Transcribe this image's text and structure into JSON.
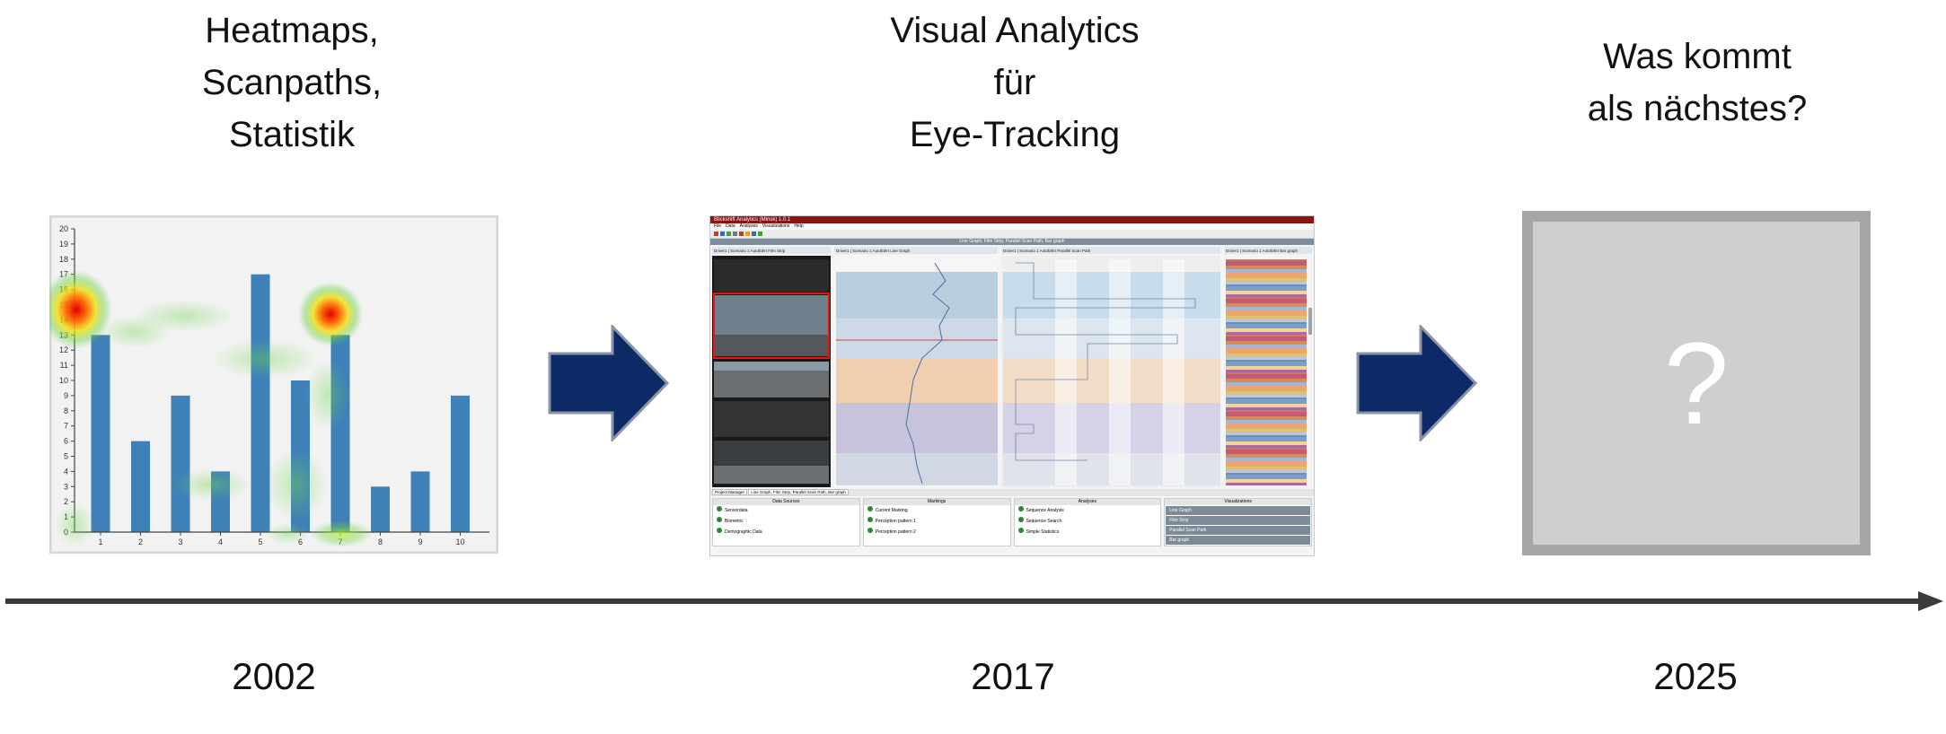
{
  "stages": [
    {
      "title_lines": [
        "Heatmaps,",
        "Scanpaths,",
        "Statistik"
      ],
      "year": "2002"
    },
    {
      "title_lines": [
        "Visual Analytics",
        "für",
        "Eye-Tracking"
      ],
      "year": "2017"
    },
    {
      "title_lines": [
        "Was kommt",
        "als nächstes?"
      ],
      "year": "2025",
      "placeholder_symbol": "?"
    }
  ],
  "chart_data": {
    "type": "bar",
    "categories": [
      "1",
      "2",
      "3",
      "4",
      "5",
      "6",
      "7",
      "8",
      "9",
      "10"
    ],
    "values": [
      13,
      6,
      9,
      4,
      17,
      10,
      13,
      3,
      4,
      9
    ],
    "ylim": [
      0,
      20
    ],
    "yticks": [
      "0",
      "1",
      "2",
      "3",
      "4",
      "5",
      "6",
      "7",
      "8",
      "9",
      "10",
      "11",
      "12",
      "13",
      "14",
      "15",
      "16",
      "17",
      "18",
      "19",
      "20"
    ],
    "bar_color": "#3f80b8",
    "overlay": "heatmap",
    "grid": false
  },
  "colors": {
    "arrow_fill": "#0c2a66",
    "arrow_stroke": "#8a93a8",
    "timeline": "#3a3a3a",
    "placeholder_fill": "#cfcfcf",
    "placeholder_border": "#a6a6a6"
  },
  "screenshot_mock": {
    "window_title": "Blickshift Analytics (Minsk) 1.0.1",
    "menu_items": [
      "File",
      "Data",
      "Analyses",
      "Visualizations",
      "Help"
    ],
    "view_title": "Line Graph, Film Strip, Parallel Scan Path, Bar graph",
    "panel_titles": [
      "Driver1 | Scenario 1 Autofahrt Film Strip",
      "Driver1 | Scenario 1 Autofahrt Line Graph",
      "Driver1 | Scenario 1 Autofahrt Parallel Scan Path",
      "Driver1 | Scenario 1 Autofahrt Bar graph"
    ],
    "tabs": [
      "Project Manager",
      "Line Graph, Film Strip, Parallel Scan Path, Bar graph"
    ],
    "section_headers": [
      "Data Sources",
      "Markings",
      "Analyses",
      "Visualizations"
    ],
    "data_sources": [
      "Sensordata",
      "Biometric",
      "Demographic Data"
    ],
    "markings": [
      "Current Marking",
      "Perception pattern 1",
      "Perception pattern 2"
    ],
    "analyses": [
      "Sequence Analysis",
      "Sequence Search",
      "Simple Statistics"
    ],
    "visualizations": [
      "Line Graph",
      "Film Strip",
      "Parallel Scan Path",
      "Bar graph"
    ]
  }
}
